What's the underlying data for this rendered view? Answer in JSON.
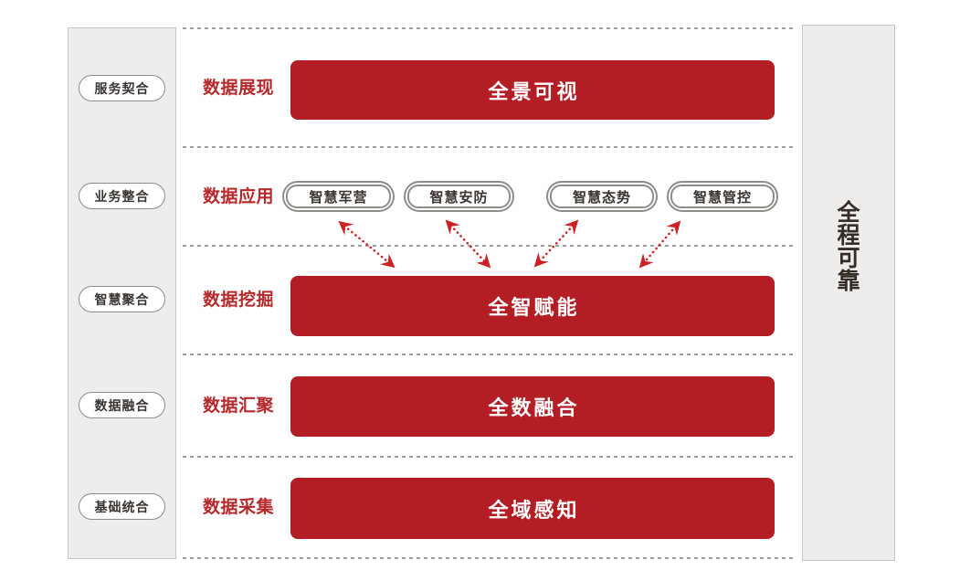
{
  "colors": {
    "bar_red": "#b21e24",
    "label_red": "#b5292c",
    "arrow_red": "#cf2027",
    "panel_bg": "#efedec",
    "panel_border": "#c8c5c2",
    "pill_border": "#8f8b88",
    "pill_text": "#3a3431",
    "dotted_gray": "#9e9e9e",
    "vertical_text": "#352c27"
  },
  "left_panel": {
    "items": [
      {
        "label": "服务契合"
      },
      {
        "label": "业务整合"
      },
      {
        "label": "智慧聚合"
      },
      {
        "label": "数据融合"
      },
      {
        "label": "基础统合"
      }
    ]
  },
  "right_panel": {
    "label": "全程可靠",
    "chars": [
      "全",
      "程",
      "可",
      "靠"
    ]
  },
  "rows": [
    {
      "label": "数据展现",
      "type": "bar",
      "bar": "全景可视"
    },
    {
      "label": "数据应用",
      "type": "pills",
      "pills": [
        "智慧军营",
        "智慧安防",
        "智慧态势",
        "智慧管控"
      ]
    },
    {
      "label": "数据挖掘",
      "type": "bar",
      "bar": "全智赋能"
    },
    {
      "label": "数据汇聚",
      "type": "bar",
      "bar": "全数融合"
    },
    {
      "label": "数据采集",
      "type": "bar",
      "bar": "全域感知"
    }
  ]
}
